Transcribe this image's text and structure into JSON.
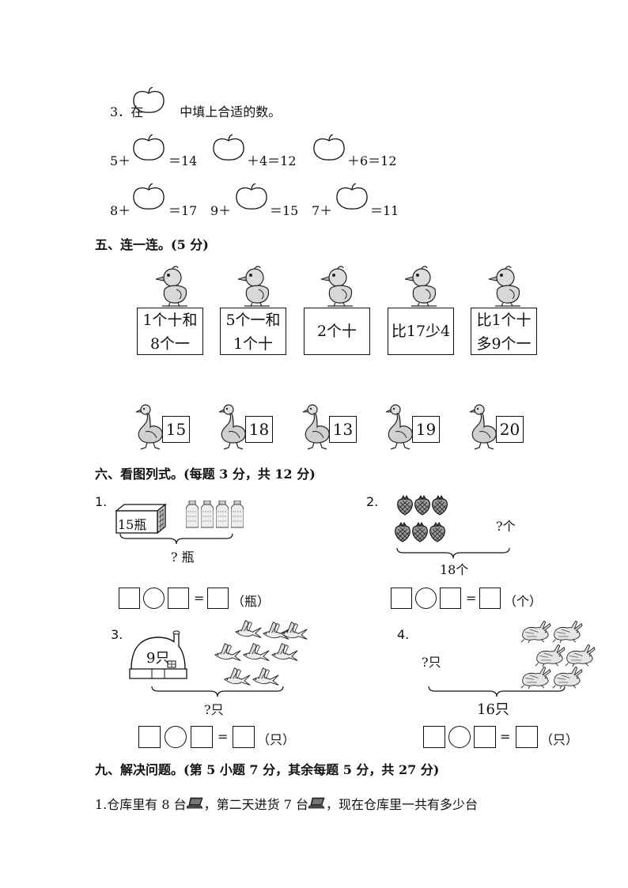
{
  "q3": {
    "num": "3．",
    "pre": "在",
    "post": "中填上合适的数。",
    "eq1_a": "5＋",
    "eq1_b": "＝14",
    "eq2_b": "＋4＝12",
    "eq3_b": "＋6＝12",
    "eq4_a": "8＋",
    "eq4_b": "＝17",
    "eq5_a": "9＋",
    "eq5_b": "＝15",
    "eq6_a": "7＋",
    "eq6_b": "＝11"
  },
  "sec5": {
    "title": "五、连一连。(5 分)",
    "cards": [
      {
        "line1": "1个十和",
        "line2": "8个一"
      },
      {
        "line1": "5个一和",
        "line2": "1个十"
      },
      {
        "line1": "2个十",
        "line2": ""
      },
      {
        "line1": "比17少4",
        "line2": ""
      },
      {
        "line1": "比1个十",
        "line2": "多9个一"
      }
    ],
    "numbers": [
      "15",
      "18",
      "13",
      "19",
      "20"
    ]
  },
  "sec6": {
    "title": "六、看图列式。(每题 3 分，共 12 分)",
    "p1": {
      "num": "1.",
      "box_label": "15瓶",
      "question": "? 瓶",
      "unit": "（瓶）"
    },
    "p2": {
      "num": "2.",
      "side": "?个",
      "total": "18个",
      "unit": "（个）"
    },
    "p3": {
      "num": "3.",
      "house_label": "9只",
      "question": "?只",
      "unit": "（只）"
    },
    "p4": {
      "num": "4.",
      "side": "?只",
      "total": "16只",
      "unit": "（只）"
    },
    "eq_sign": "="
  },
  "sec9": {
    "title": "九、解决问题。(第 5 小题 7 分，其余每题 5 分，共 27 分)",
    "q1_a": "1.仓库里有 8 台",
    "q1_b": "，第二天进货 7 台",
    "q1_c": "，现在仓库里一共有多少台"
  }
}
